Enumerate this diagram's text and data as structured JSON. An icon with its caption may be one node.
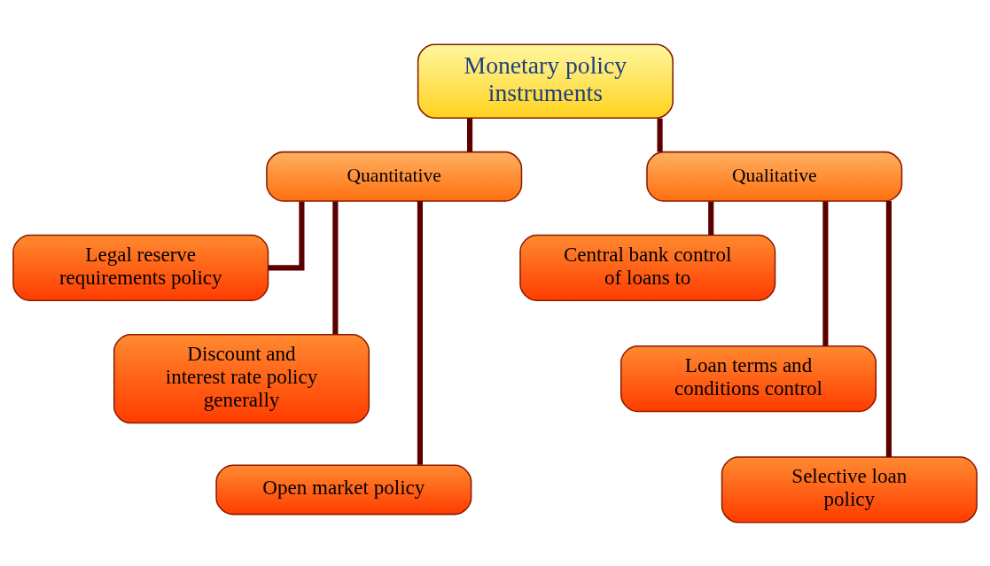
{
  "diagram": {
    "nodes": [
      {
        "text": [
          "Monetary policy instruments"
        ]
      },
      {
        "text": [
          "Quantitative"
        ]
      },
      {
        "text": [
          "Qualitative"
        ]
      },
      {
        "text": [
          "Legal reserve requirements policy"
        ]
      },
      {
        "text": [
          "Discount and interest rate policy generally"
        ]
      },
      {
        "text": [
          "Open market policy"
        ]
      },
      {
        "text": [
          "Central bank control of loans to"
        ]
      },
      {
        "text": [
          "Loan terms and conditions control"
        ]
      },
      {
        "text": [
          "Selective loan policy"
        ]
      }
    ],
    "edges": [
      {
        "from": 0,
        "to": 1,
        "arrow": "none"
      },
      {
        "from": 0,
        "to": 2,
        "arrow": "none"
      },
      {
        "from": 1,
        "to": 3,
        "arrow": "none"
      },
      {
        "from": 1,
        "to": 4,
        "arrow": "none"
      },
      {
        "from": 1,
        "to": 5,
        "arrow": "none"
      },
      {
        "from": 2,
        "to": 6,
        "arrow": "none"
      },
      {
        "from": 2,
        "to": 7,
        "arrow": "none"
      },
      {
        "from": 2,
        "to": 8,
        "arrow": "none"
      }
    ]
  }
}
